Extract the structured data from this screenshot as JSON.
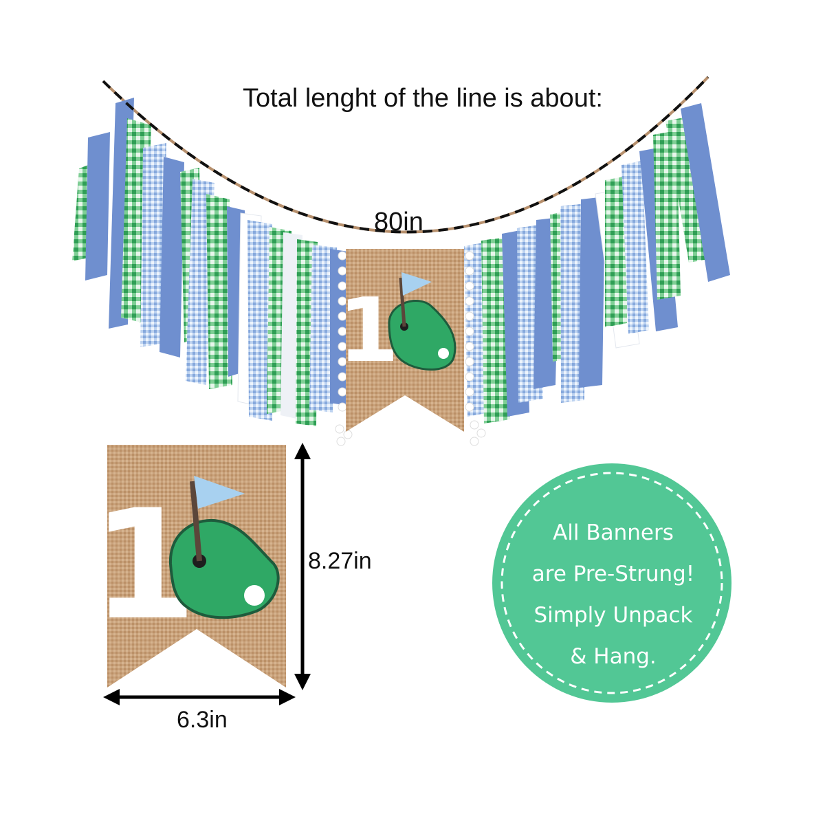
{
  "line_title": "Total lenght of the line is about:",
  "line_length": "80in",
  "pennant_height": "8.27in",
  "pennant_width": "6.3in",
  "pennant_number": "1",
  "badge": {
    "lines": [
      "All Banners",
      "are Pre-Strung!",
      "Simply Unpack",
      "& Hang."
    ]
  },
  "colors": {
    "burlap": "#c9a27c",
    "green_badge": "#52c795",
    "putting_green": "#2fa865",
    "flag": "#a8d1f0",
    "blue_ribbon": "#6f8fcf",
    "light_blue_ribbon": "#c5d8f3",
    "green_gingham": "#3ea862",
    "white_ribbon": "#f7f8fb"
  }
}
